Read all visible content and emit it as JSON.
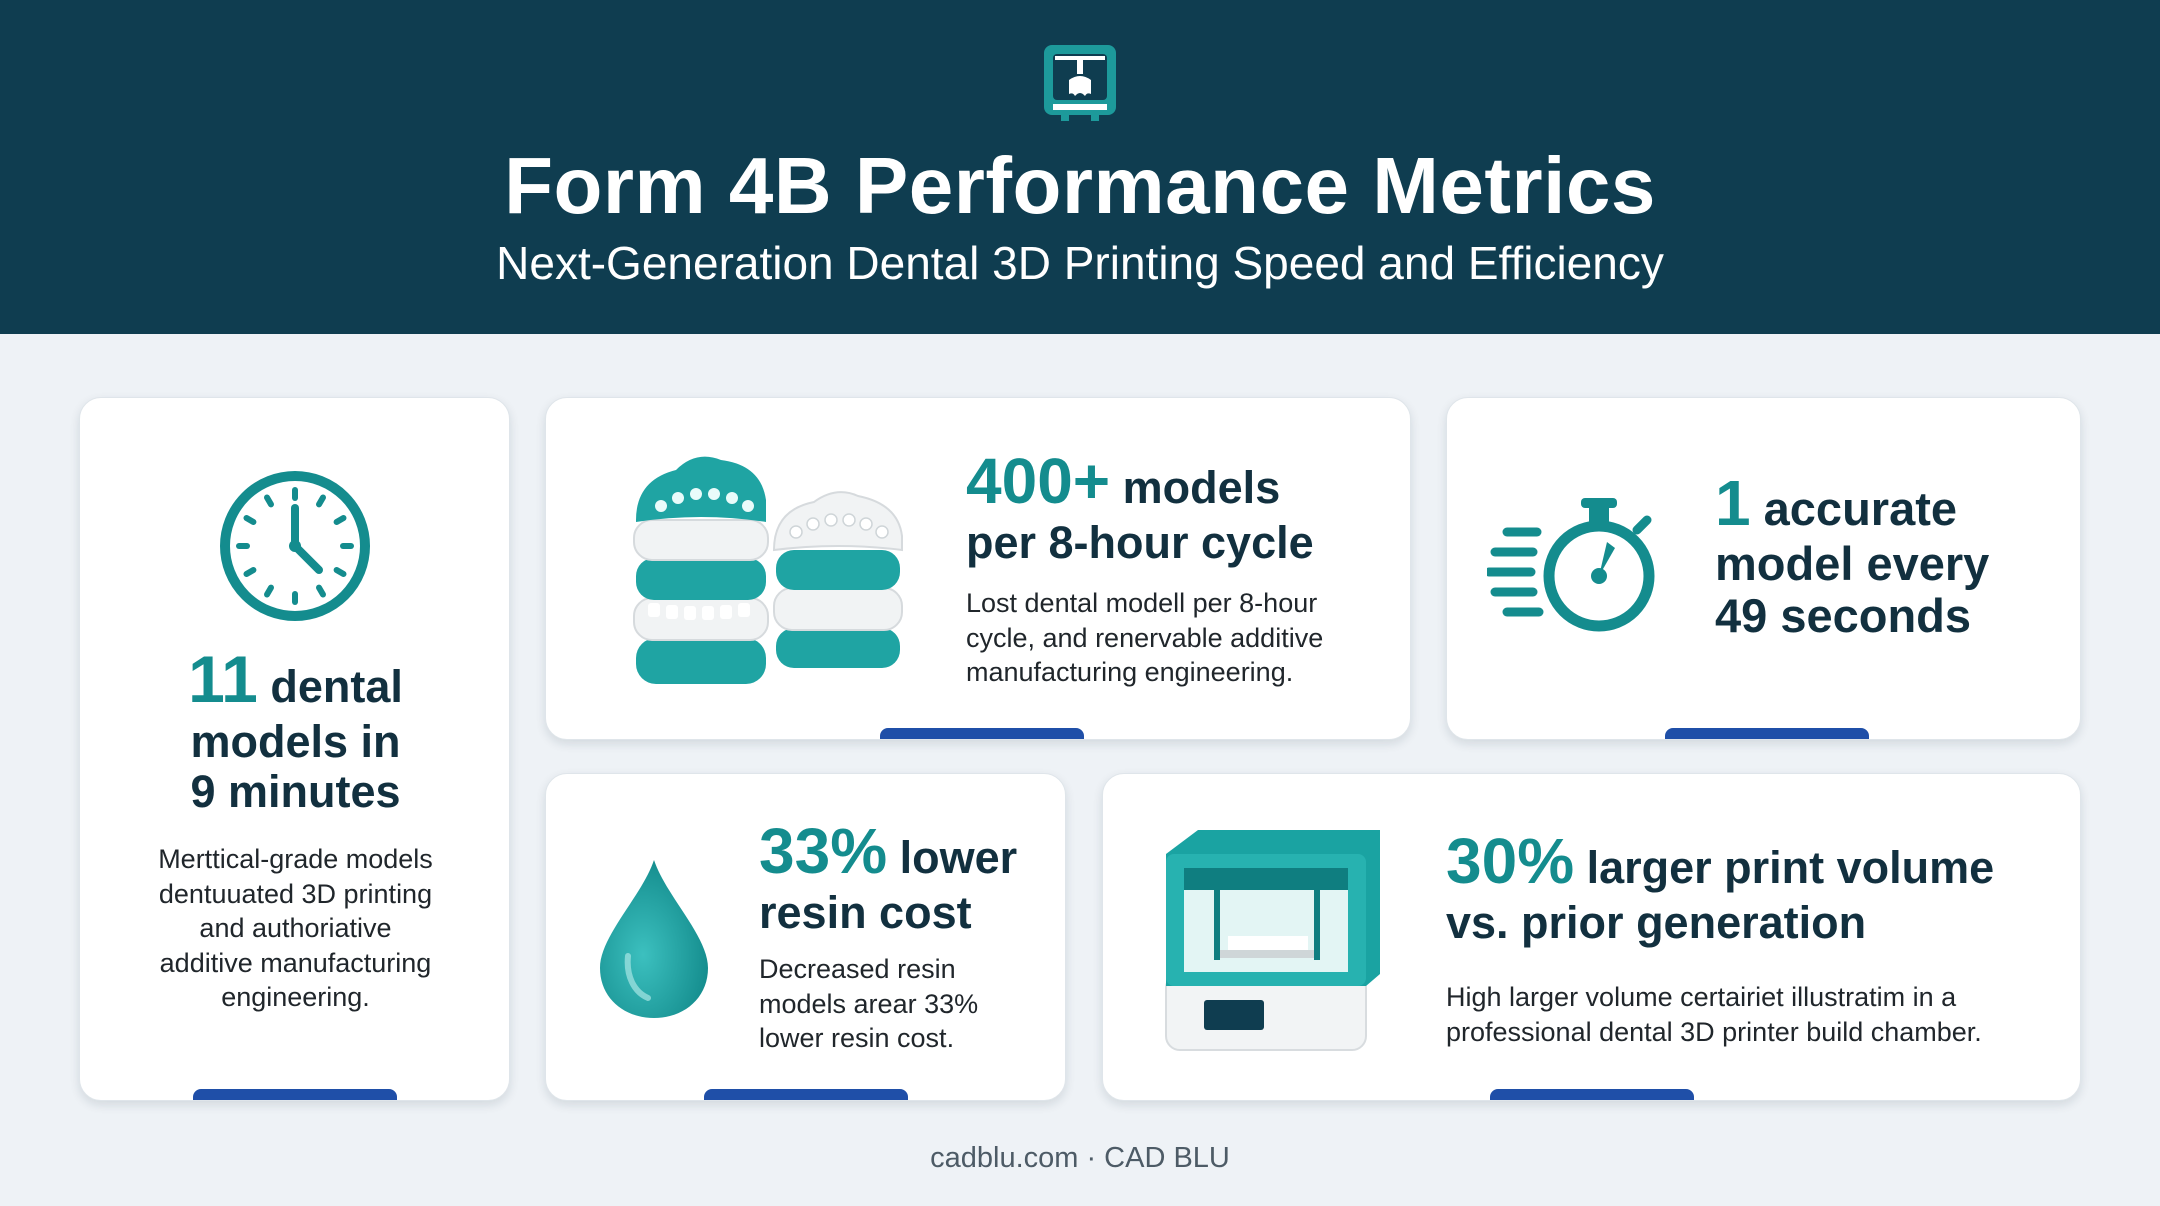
{
  "header": {
    "title": "Form 4B Performance Metrics",
    "subtitle": "Next-Generation Dental 3D Printing Speed and Efficiency",
    "icon": "printer-tooth-icon"
  },
  "colors": {
    "header_bg": "#0f3d50",
    "teal": "#148c8e",
    "accent_bar": "#1f4fa8",
    "page_bg": "#eef2f6"
  },
  "cards": [
    {
      "icon": "clock-icon",
      "highlight": "11",
      "line1_rest": "dental",
      "line2": "models in",
      "line3": "9 minutes",
      "desc": [
        "Merttical-grade models",
        "dentuuated 3D printing",
        "and authoriative",
        "additive manufacturing",
        "engineering."
      ]
    },
    {
      "icon": "dental-models-stack-icon",
      "highlight": "400+",
      "line1_rest": "models",
      "line2": "per 8-hour cycle",
      "desc": [
        "Lost dental modell per 8-hour",
        "cycle, and renervable additive",
        "manufacturing engineering."
      ]
    },
    {
      "icon": "stopwatch-speed-icon",
      "highlight": "1",
      "line1_rest": "accurate",
      "line2": "model every",
      "line3": "49 seconds"
    },
    {
      "icon": "resin-drop-icon",
      "highlight": "33%",
      "line1_rest": "lower",
      "line2": "resin cost",
      "desc": [
        "Decreased resin",
        "models arear 33%",
        "lower resin cost."
      ]
    },
    {
      "icon": "3d-printer-icon",
      "highlight": "30%",
      "line1_rest": "larger print volume",
      "line2": "vs. prior generation",
      "desc": [
        "High larger volume certairiet illustratim in a",
        "professional dental 3D printer build chamber."
      ]
    }
  ],
  "footer": "cadblu.com · CAD BLU"
}
